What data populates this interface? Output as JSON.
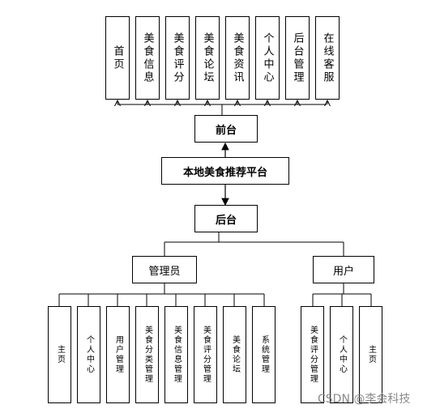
{
  "diagram": {
    "top_modules": [
      "首页",
      "美食信息",
      "美食评分",
      "美食论坛",
      "美食资讯",
      "个人中心",
      "后台管理",
      "在线客服"
    ],
    "front": "前台",
    "platform": "本地美食推荐平台",
    "back": "后台",
    "admin": "管理员",
    "user": "用户",
    "admin_modules": [
      "主页",
      "个人中心",
      "用户管理",
      "美食分类管理",
      "美食信息管理",
      "美食评分管理",
      "美食论坛",
      "系统管理"
    ],
    "user_modules": [
      "美食评分管理",
      "个人中心",
      "主页"
    ]
  },
  "watermark": "CSDN @李会科技"
}
